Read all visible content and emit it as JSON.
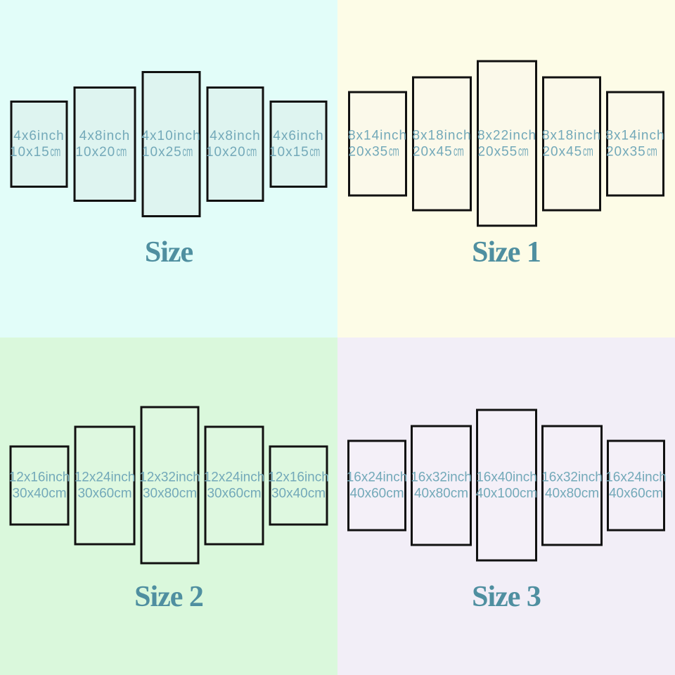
{
  "image_title": "5-piece canvas panel size chart",
  "colors": {
    "panel_border": "#111111",
    "label_text": "#73a9b9",
    "title_text": "#4f8fa0",
    "quadrant_backgrounds": [
      "#e2fdf9",
      "#fdfce7",
      "#daf8dc",
      "#f2eef7"
    ]
  },
  "quadrants": [
    {
      "title": "Size",
      "background": "#e2fdf9",
      "panels": [
        {
          "inch": "4x6inch",
          "cm": "10x15",
          "unit": "cm"
        },
        {
          "inch": "4x8inch",
          "cm": "10x20",
          "unit": "cm"
        },
        {
          "inch": "4x10inch",
          "cm": "10x25",
          "unit": "cm"
        },
        {
          "inch": "4x8inch",
          "cm": "10x20",
          "unit": "cm"
        },
        {
          "inch": "4x6inch",
          "cm": "10x15",
          "unit": "cm"
        }
      ]
    },
    {
      "title": "Size 1",
      "background": "#fdfce7",
      "panels": [
        {
          "inch": "8x14inch",
          "cm": "20x35",
          "unit": "cm"
        },
        {
          "inch": "8x18inch",
          "cm": "20x45",
          "unit": "cm"
        },
        {
          "inch": "8x22inch",
          "cm": "20x55",
          "unit": "cm"
        },
        {
          "inch": "8x18inch",
          "cm": "20x45",
          "unit": "cm"
        },
        {
          "inch": "8x14inch",
          "cm": "20x35",
          "unit": "cm"
        }
      ]
    },
    {
      "title": "Size 2",
      "background": "#daf8dc",
      "panels": [
        {
          "inch": "12x16inch",
          "cm": "30x40",
          "unit": "cm"
        },
        {
          "inch": "12x24inch",
          "cm": "30x60",
          "unit": "cm"
        },
        {
          "inch": "12x32inch",
          "cm": "30x80",
          "unit": "cm"
        },
        {
          "inch": "12x24inch",
          "cm": "30x60",
          "unit": "cm"
        },
        {
          "inch": "12x16inch",
          "cm": "30x40",
          "unit": "cm"
        }
      ]
    },
    {
      "title": "Size 3",
      "background": "#f2eef7",
      "panels": [
        {
          "inch": "16x24inch",
          "cm": "40x60",
          "unit": "cm"
        },
        {
          "inch": "16x32inch",
          "cm": "40x80",
          "unit": "cm"
        },
        {
          "inch": "16x40inch",
          "cm": "40x100",
          "unit": "cm"
        },
        {
          "inch": "16x32inch",
          "cm": "40x80",
          "unit": "cm"
        },
        {
          "inch": "16x24inch",
          "cm": "40x60",
          "unit": "cm"
        }
      ]
    }
  ]
}
